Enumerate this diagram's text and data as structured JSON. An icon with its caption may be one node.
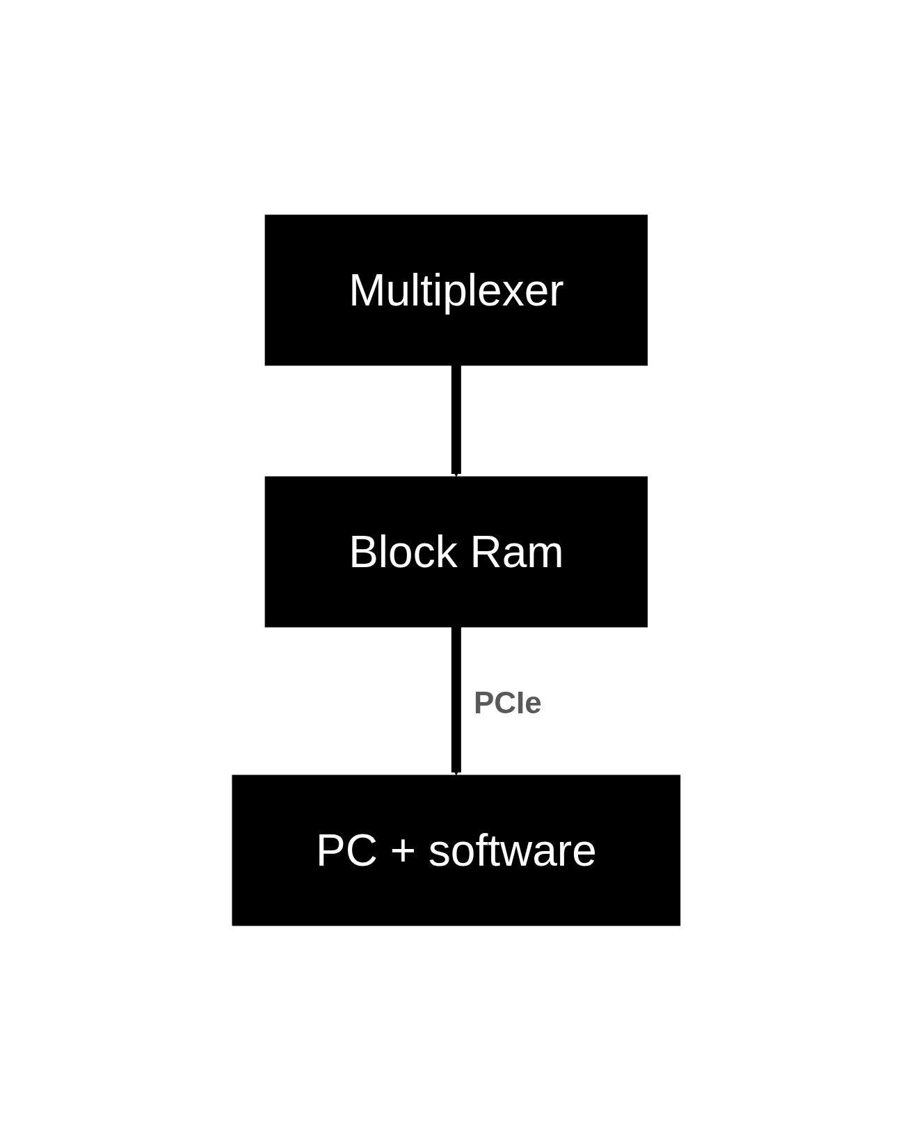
{
  "diagram": {
    "nodes": [
      {
        "text": [
          "Multiplexer"
        ]
      },
      {
        "text": [
          "Block Ram"
        ]
      },
      {
        "text": [
          "PC + software"
        ]
      }
    ],
    "edges": [
      {
        "from": 0,
        "to": 1,
        "arrow": "to"
      },
      {
        "from": 1,
        "to": 2,
        "arrow": "to",
        "label": "PCIe"
      }
    ]
  }
}
